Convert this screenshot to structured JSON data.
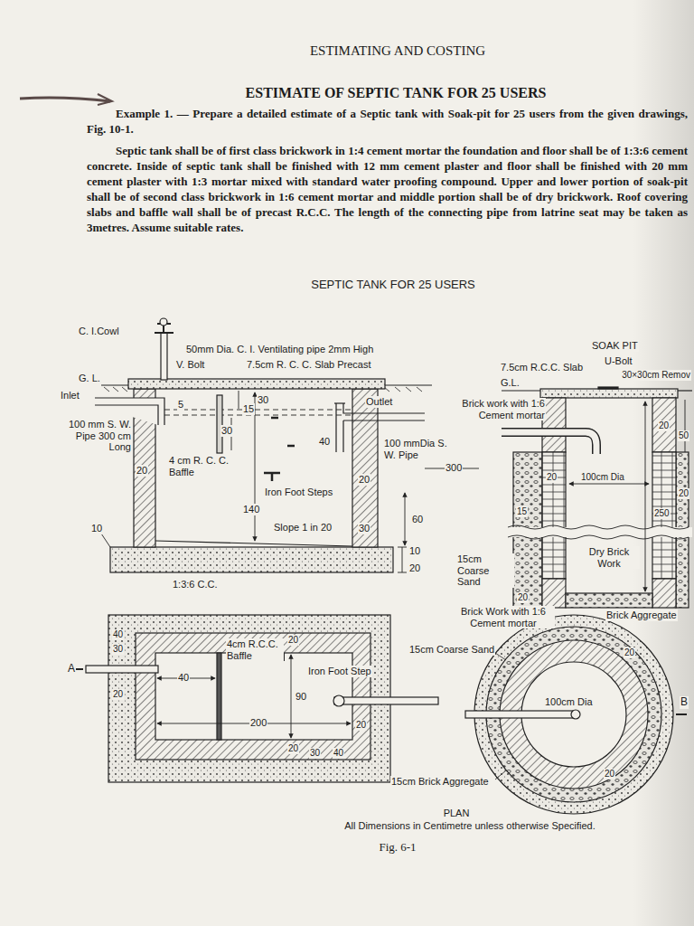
{
  "diagram": {
    "title": "ESTIMATE OF SEPTIC TANK FOR 25 USERS",
    "caption": "Fig. 6-1",
    "labels": [
      "ESTIMATING AND COSTING",
      "Example 1. — Prepare a detailed estimate of a Septic tank with Soak-pit for 25 users from the given drawings, Fig. 10-1.",
      "Septic tank shall be of first class brickwork in 1:4 cement mortar the foundation and floor shall be of 1:3:6 cement concrete. Inside of septic tank shall be finished with 12 mm cement plaster and floor shall be finished with 20 mm cement plaster with 1:3 mortar mixed with standard water proofing compound. Upper and lower portion of soak-pit shall be of second class brickwork in 1:6 cement mortar and middle portion shall be of dry brickwork. Roof covering slabs and baffle wall shall be of precast R.C.C. The length of the connecting pipe from latrine seat may be taken as 3metres. Assume suitable rates.",
      "SEPTIC TANK FOR 25 USERS",
      "C. I.Cowl",
      "50mm Dia. C. I. Ventilating pipe 2mm High",
      "V. Bolt",
      "7.5cm R. C. C. Slab Precast",
      "G. L.",
      "Inlet",
      "100 mm S. W. Pipe 300 cm Long",
      "5",
      "30",
      "15",
      "30",
      "Outlet",
      "40",
      "100 mmDia S. W. Pipe",
      "300",
      "4 cm R. C. C. Baffle",
      "20",
      "20",
      "Iron Foot Steps",
      "140",
      "Slope 1 in 20",
      "30",
      "60",
      "10",
      "10",
      "20",
      "1:3:6 C.C.",
      "SOAK PIT",
      "U-Bolt",
      "7.5cm R.C.C. Slab",
      "30×30cm Remov",
      "G.L.",
      "Brick work with 1:6 Cement mortar",
      "20",
      "50",
      "20",
      "100cm Dia",
      "20",
      "15",
      "250",
      "Dry Brick Work",
      "15cm Coarse Sand",
      "20",
      "Brick Work with 1:6 Cement mortar",
      "Brick Aggregate",
      "40",
      "30",
      "20",
      "A",
      "40",
      "4cm R.C.C. Baffle",
      "Iron Foot Step",
      "20",
      "90",
      "200",
      "20",
      "20",
      "30",
      "40",
      "15cm Coarse Sand",
      "100cm Dia",
      "20",
      "20",
      "15cm Brick Aggregate",
      "B",
      "PLAN",
      "All Dimensions in Centimetre unless otherwise Specified."
    ]
  }
}
